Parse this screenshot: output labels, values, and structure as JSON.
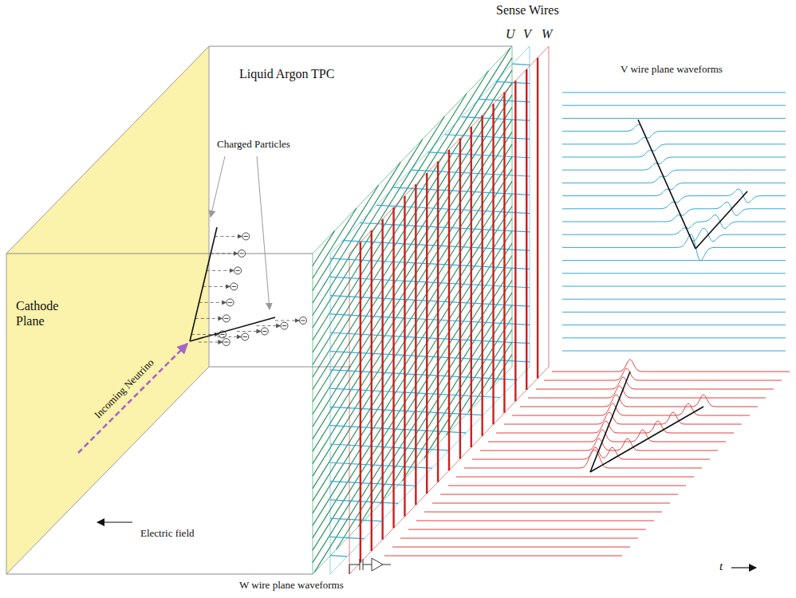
{
  "diagram": {
    "nodes": [
      {
        "text": [
          "Cathode Plane"
        ]
      }
    ],
    "labels": [
      "Liquid Argon TPC",
      "Charged Particles",
      "Sense Wires",
      "U",
      "V",
      "W",
      "V wire plane waveforms",
      "Incoming Neutrino",
      "Electric field",
      "W wire plane waveforms",
      "t"
    ]
  }
}
